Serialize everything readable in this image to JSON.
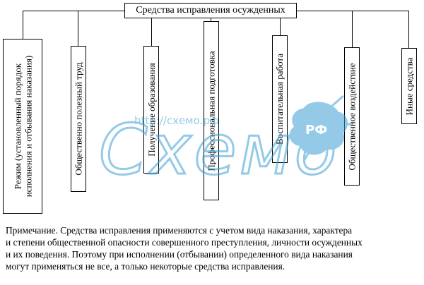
{
  "diagram": {
    "title": "Средства исправления осужденных",
    "children": [
      {
        "id": "rezhim",
        "lines": [
          "Режим (установленный порядок",
          "исполнения и отбывания наказания)"
        ]
      },
      {
        "id": "trud",
        "lines": [
          "Общественно полезный труд"
        ]
      },
      {
        "id": "obrazovanie",
        "lines": [
          "Получение образования"
        ]
      },
      {
        "id": "podgotovka",
        "lines": [
          "Профессиональная подготовка"
        ]
      },
      {
        "id": "vospitatelnaya",
        "lines": [
          "Воспитательная работа"
        ]
      },
      {
        "id": "obshchestvennoe",
        "lines": [
          "Общественное воздействие"
        ]
      },
      {
        "id": "inye",
        "lines": [
          "Иные средства"
        ]
      }
    ]
  },
  "note": {
    "lines": [
      "Примечание. Средства исправления применяются с учетом вида наказания, характера",
      "и степени общественной опасности совершенного преступления, личности осужденных",
      "и их поведения. Поэтому при исполнении (отбывании) определенного вида наказания",
      "могут применяться не все, а только некоторые средства исправления."
    ]
  },
  "watermark": {
    "url": "http://схемо.рф",
    "logo_text": "Схемо",
    "badge": "РФ",
    "color": "#3d9fd6"
  }
}
